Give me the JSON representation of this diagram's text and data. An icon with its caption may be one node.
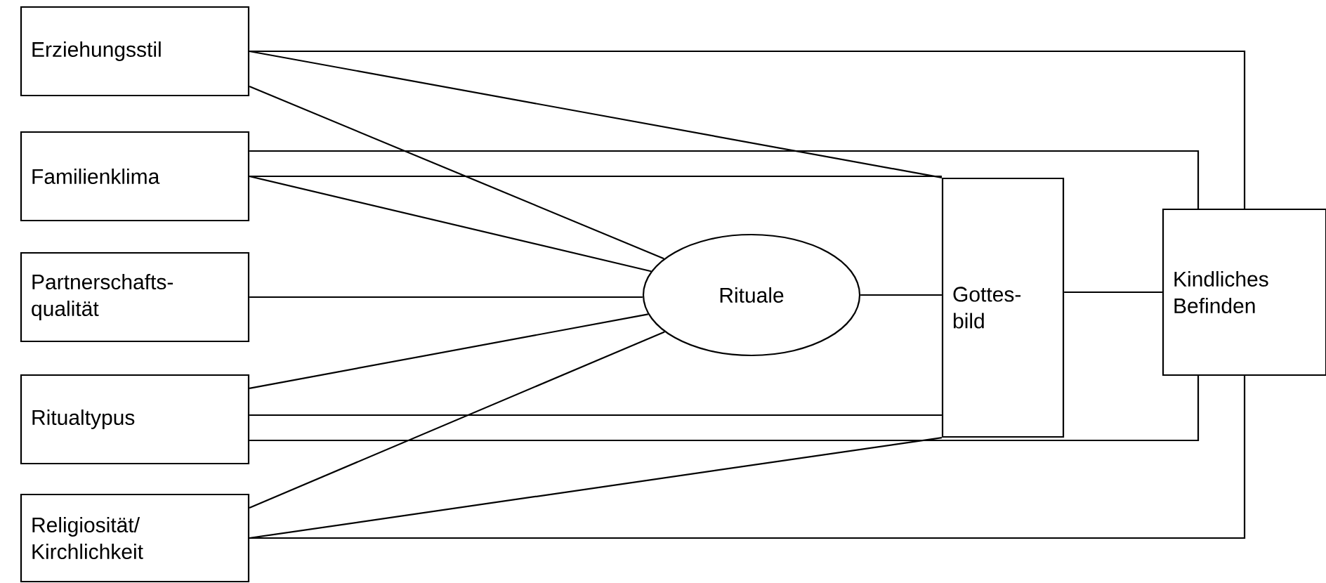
{
  "diagram": {
    "nodes": [
      {
        "text": [
          "Erziehungsstil"
        ]
      },
      {
        "text": [
          "Familienklima"
        ]
      },
      {
        "text": [
          "Partnerschafts- qualität"
        ]
      },
      {
        "text": [
          "Ritualtypus"
        ]
      },
      {
        "text": [
          "Religiosität/ Kirchlichkeit"
        ]
      },
      {
        "text": [
          "Rituale"
        ]
      },
      {
        "text": [
          "Gottes- bild"
        ]
      },
      {
        "text": [
          "Kindliches Befinden"
        ]
      }
    ],
    "edges": [
      {
        "from": 0,
        "to": 7,
        "arrow": "none"
      },
      {
        "from": 0,
        "to": 6,
        "arrow": "none"
      },
      {
        "from": 0,
        "to": 5,
        "arrow": "none"
      },
      {
        "from": 1,
        "to": 7,
        "arrow": "none"
      },
      {
        "from": 1,
        "to": 6,
        "arrow": "none"
      },
      {
        "from": 1,
        "to": 5,
        "arrow": "none"
      },
      {
        "from": 2,
        "to": 5,
        "arrow": "none"
      },
      {
        "from": 3,
        "to": 5,
        "arrow": "none"
      },
      {
        "from": 3,
        "to": 6,
        "arrow": "none"
      },
      {
        "from": 3,
        "to": 7,
        "arrow": "none"
      },
      {
        "from": 4,
        "to": 5,
        "arrow": "none"
      },
      {
        "from": 4,
        "to": 6,
        "arrow": "none"
      },
      {
        "from": 4,
        "to": 7,
        "arrow": "none"
      },
      {
        "from": 5,
        "to": 6,
        "arrow": "none"
      },
      {
        "from": 6,
        "to": 7,
        "arrow": "none"
      }
    ]
  }
}
